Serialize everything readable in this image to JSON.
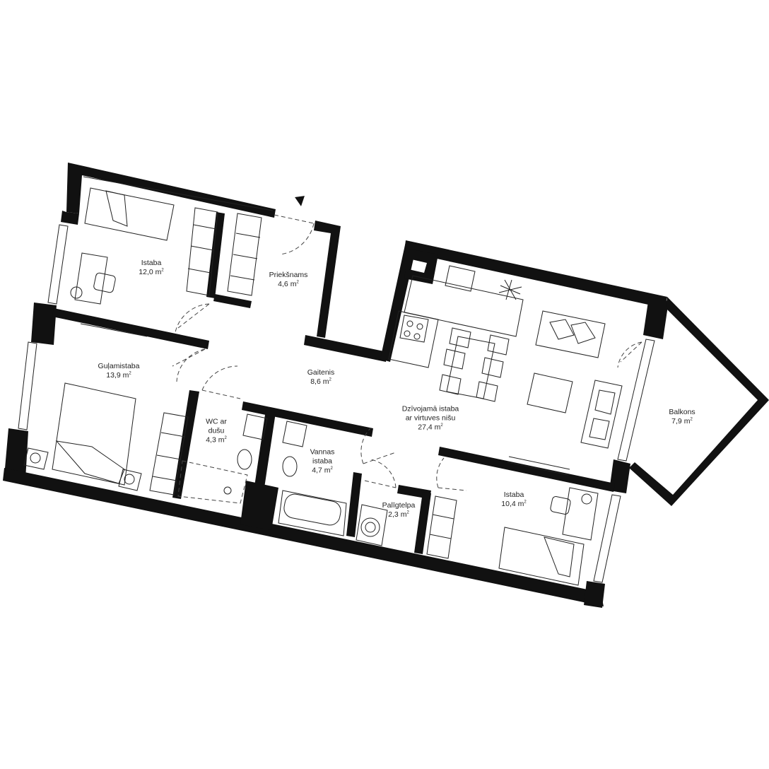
{
  "rooms": [
    {
      "id": "istaba-1",
      "name": "Istaba",
      "area": "12,0"
    },
    {
      "id": "prieksnams",
      "name": "Priekšnams",
      "area": "4,6"
    },
    {
      "id": "gulamistaba",
      "name": "Guļamistaba",
      "area": "13,9"
    },
    {
      "id": "gaitenis",
      "name": "Gaitenis",
      "area": "8,6"
    },
    {
      "id": "wc",
      "name": "WC ar",
      "name2": "dušu",
      "area": "4,3"
    },
    {
      "id": "vannas",
      "name": "Vannas",
      "name2": "istaba",
      "area": "4,7"
    },
    {
      "id": "dzivojama",
      "name": "Dzīvojamā istaba",
      "name2": "ar virtuves nišu",
      "area": "27,4"
    },
    {
      "id": "paligtelpa",
      "name": "Palīgtelpa",
      "area": "2,3"
    },
    {
      "id": "istaba-2",
      "name": "Istaba",
      "area": "10,4"
    },
    {
      "id": "balkons",
      "name": "Balkons",
      "area": "7,9"
    }
  ],
  "unit": "m",
  "unit_exp": "2",
  "icons": {
    "entrance": "entrance-arrow-icon",
    "bed": "bed-icon",
    "sofa": "sofa-icon",
    "bathtub": "bathtub-icon",
    "toilet": "toilet-icon",
    "washing_machine": "washing-machine-icon",
    "stove": "stove-icon"
  },
  "colors": {
    "wall": "#111111",
    "line": "#222222",
    "background": "#ffffff"
  }
}
